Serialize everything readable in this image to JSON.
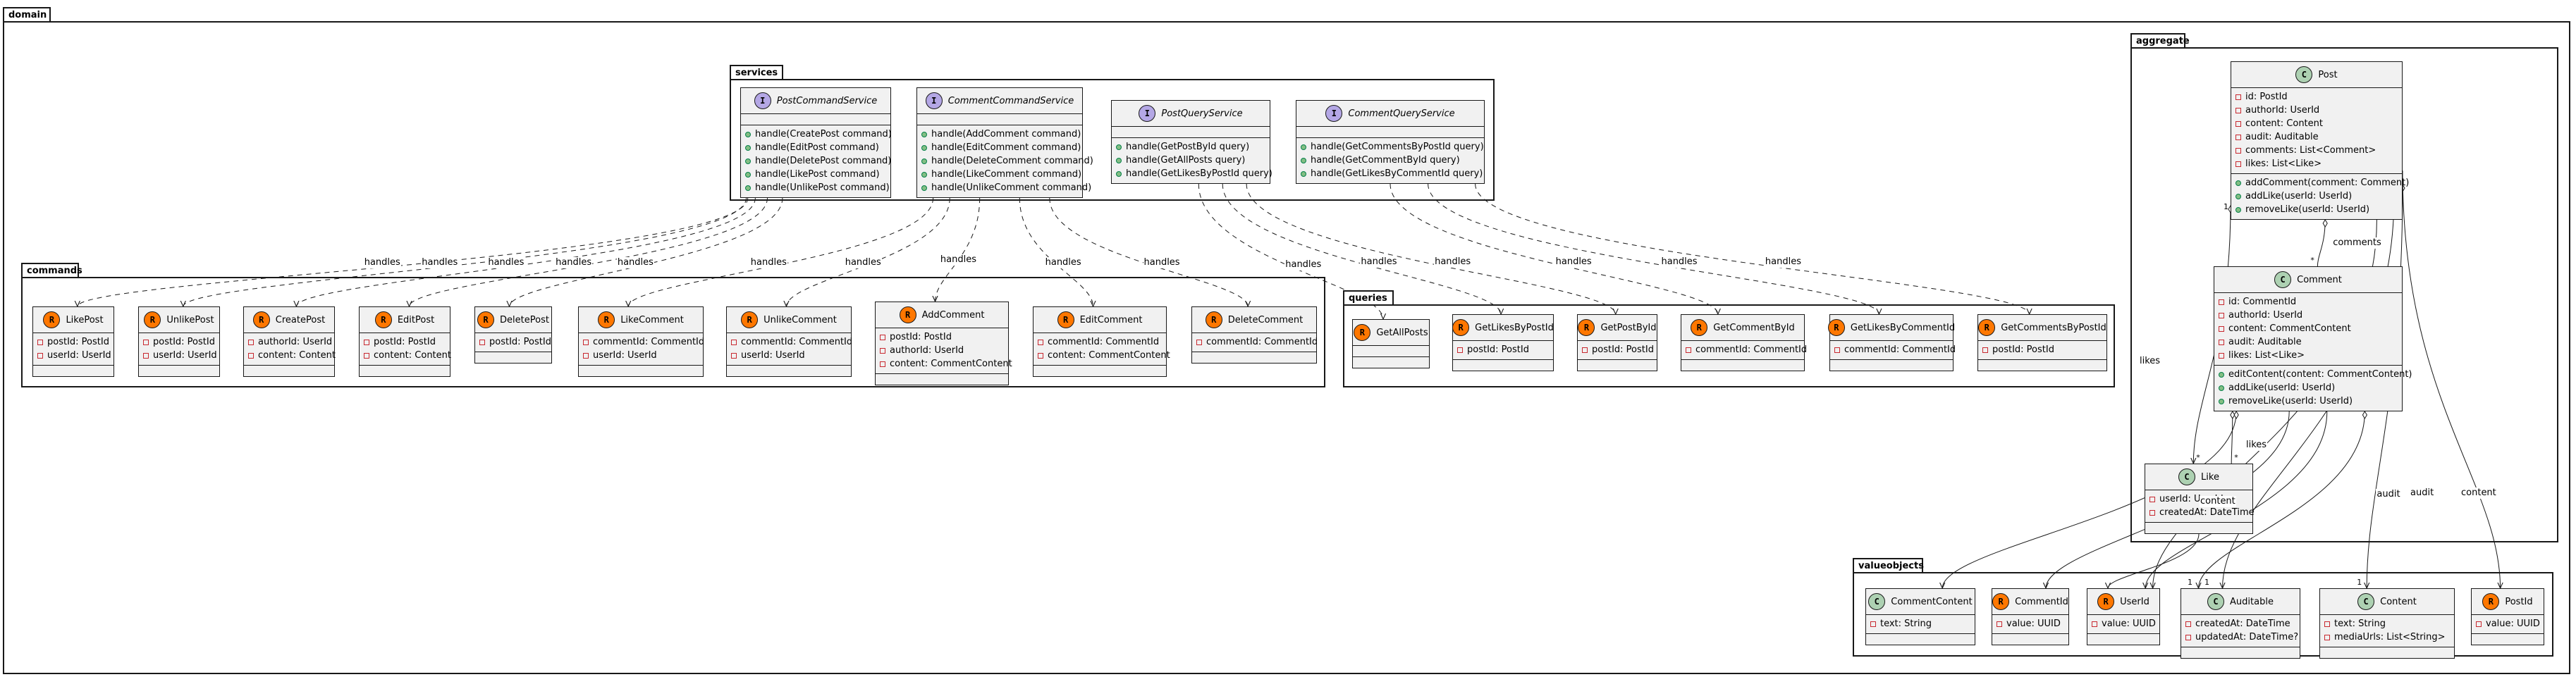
{
  "colors": {
    "class_badge": "#add1b2",
    "record_badge": "#ff7700",
    "interface_badge": "#b4a7e5",
    "box_fill": "#f1f1f1",
    "private": "#c82930",
    "public": "#84be84"
  },
  "packages": {
    "domain": "domain",
    "services": "services",
    "commands": "commands",
    "queries": "queries",
    "aggregate": "aggregate",
    "valueobjects": "valueobjects"
  },
  "classes": {
    "PostCommandService": {
      "stereo": "I",
      "name": "PostCommandService",
      "fields": [],
      "methods": [
        "handle(CreatePost command)",
        "handle(EditPost command)",
        "handle(DeletePost command)",
        "handle(LikePost command)",
        "handle(UnlikePost command)"
      ]
    },
    "CommentCommandService": {
      "stereo": "I",
      "name": "CommentCommandService",
      "fields": [],
      "methods": [
        "handle(AddComment command)",
        "handle(EditComment command)",
        "handle(DeleteComment command)",
        "handle(LikeComment command)",
        "handle(UnlikeComment command)"
      ]
    },
    "PostQueryService": {
      "stereo": "I",
      "name": "PostQueryService",
      "fields": [],
      "methods": [
        "handle(GetPostById query)",
        "handle(GetAllPosts query)",
        "handle(GetLikesByPostId query)"
      ]
    },
    "CommentQueryService": {
      "stereo": "I",
      "name": "CommentQueryService",
      "fields": [],
      "methods": [
        "handle(GetCommentsByPostId query)",
        "handle(GetCommentById query)",
        "handle(GetLikesByCommentId query)"
      ]
    },
    "LikePost": {
      "stereo": "R",
      "name": "LikePost",
      "fields": [
        "postId: PostId",
        "userId: UserId"
      ],
      "methods": []
    },
    "UnlikePost": {
      "stereo": "R",
      "name": "UnlikePost",
      "fields": [
        "postId: PostId",
        "userId: UserId"
      ],
      "methods": []
    },
    "CreatePost": {
      "stereo": "R",
      "name": "CreatePost",
      "fields": [
        "authorId: UserId",
        "content: Content"
      ],
      "methods": []
    },
    "EditPost": {
      "stereo": "R",
      "name": "EditPost",
      "fields": [
        "postId: PostId",
        "content: Content"
      ],
      "methods": []
    },
    "DeletePost": {
      "stereo": "R",
      "name": "DeletePost",
      "fields": [
        "postId: PostId"
      ],
      "methods": []
    },
    "LikeComment": {
      "stereo": "R",
      "name": "LikeComment",
      "fields": [
        "commentId: CommentId",
        "userId: UserId"
      ],
      "methods": []
    },
    "UnlikeComment": {
      "stereo": "R",
      "name": "UnlikeComment",
      "fields": [
        "commentId: CommentId",
        "userId: UserId"
      ],
      "methods": []
    },
    "AddComment": {
      "stereo": "R",
      "name": "AddComment",
      "fields": [
        "postId: PostId",
        "authorId: UserId",
        "content: CommentContent"
      ],
      "methods": []
    },
    "EditComment": {
      "stereo": "R",
      "name": "EditComment",
      "fields": [
        "commentId: CommentId",
        "content: CommentContent"
      ],
      "methods": []
    },
    "DeleteComment": {
      "stereo": "R",
      "name": "DeleteComment",
      "fields": [
        "commentId: CommentId"
      ],
      "methods": []
    },
    "GetAllPosts": {
      "stereo": "R",
      "name": "GetAllPosts",
      "fields": [],
      "methods": []
    },
    "GetLikesByPostId": {
      "stereo": "R",
      "name": "GetLikesByPostId",
      "fields": [
        "postId: PostId"
      ],
      "methods": []
    },
    "GetPostById": {
      "stereo": "R",
      "name": "GetPostById",
      "fields": [
        "postId: PostId"
      ],
      "methods": []
    },
    "GetCommentById": {
      "stereo": "R",
      "name": "GetCommentById",
      "fields": [
        "commentId: CommentId"
      ],
      "methods": []
    },
    "GetLikesByCommentId": {
      "stereo": "R",
      "name": "GetLikesByCommentId",
      "fields": [
        "commentId: CommentId"
      ],
      "methods": []
    },
    "GetCommentsByPostId": {
      "stereo": "R",
      "name": "GetCommentsByPostId",
      "fields": [
        "postId: PostId"
      ],
      "methods": []
    },
    "Post": {
      "stereo": "C",
      "name": "Post",
      "fields": [
        "id: PostId",
        "authorId: UserId",
        "content: Content",
        "audit: Auditable",
        "comments: List<Comment>",
        "likes: List<Like>"
      ],
      "methods": [
        "addComment(comment: Comment)",
        "addLike(userId: UserId)",
        "removeLike(userId: UserId)"
      ]
    },
    "Comment": {
      "stereo": "C",
      "name": "Comment",
      "fields": [
        "id: CommentId",
        "authorId: UserId",
        "content: CommentContent",
        "audit: Auditable",
        "likes: List<Like>"
      ],
      "methods": [
        "editContent(content: CommentContent)",
        "addLike(userId: UserId)",
        "removeLike(userId: UserId)"
      ]
    },
    "Like": {
      "stereo": "C",
      "name": "Like",
      "fields": [
        "userId: UserId",
        "createdAt: DateTime"
      ],
      "methods": []
    },
    "CommentContent": {
      "stereo": "C",
      "name": "CommentContent",
      "fields": [
        "text: String"
      ],
      "methods": []
    },
    "CommentId": {
      "stereo": "R",
      "name": "CommentId",
      "fields": [
        "value: UUID"
      ],
      "methods": []
    },
    "UserId": {
      "stereo": "R",
      "name": "UserId",
      "fields": [
        "value: UUID"
      ],
      "methods": []
    },
    "Auditable": {
      "stereo": "C",
      "name": "Auditable",
      "fields": [
        "createdAt: DateTime",
        "updatedAt: DateTime?"
      ],
      "methods": []
    },
    "Content": {
      "stereo": "C",
      "name": "Content",
      "fields": [
        "text: String",
        "mediaUrls: List<String>"
      ],
      "methods": []
    },
    "PostId": {
      "stereo": "R",
      "name": "PostId",
      "fields": [
        "value: UUID"
      ],
      "methods": []
    }
  },
  "relations": {
    "handles": "handles",
    "likes": "likes",
    "comments": "comments",
    "content": "content",
    "audit": "audit",
    "one": "1",
    "many": "*"
  }
}
